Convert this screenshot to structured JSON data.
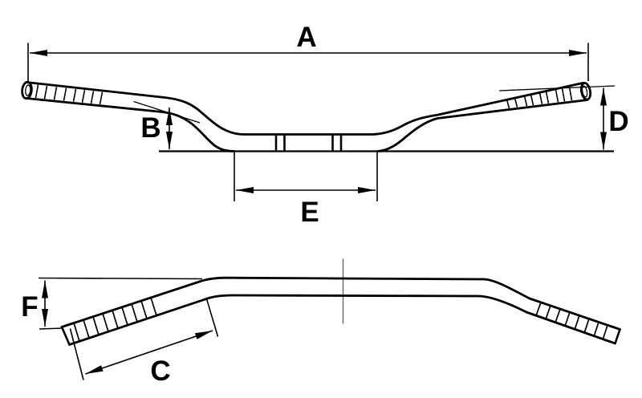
{
  "colors": {
    "ink": "#000000",
    "paper": "#ffffff",
    "center_mark": "#666666"
  },
  "drawing": {
    "labels": {
      "A": "A",
      "B": "B",
      "C": "C",
      "D": "D",
      "E": "E",
      "F": "F"
    }
  }
}
